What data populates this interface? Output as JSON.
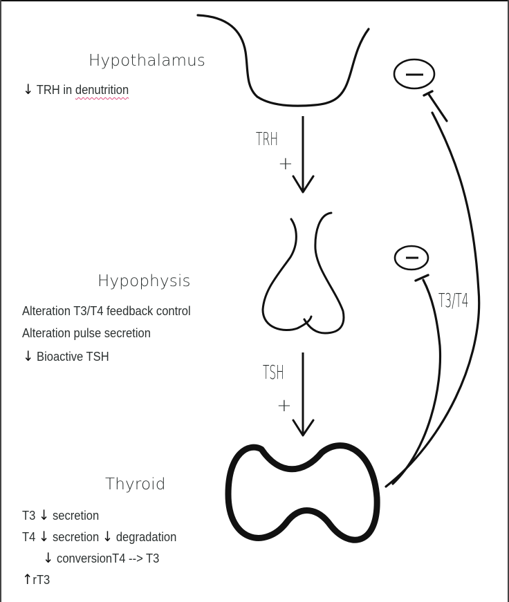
{
  "diagram": {
    "title": "Hypothalamic-pituitary-thyroid axis in denutrition",
    "organs": {
      "hypothalamus": {
        "label": "Hypothalamus",
        "notes": [
          {
            "arrow": "↓",
            "text": "TRH in ",
            "flagged": "denutrition"
          }
        ]
      },
      "hypophysis": {
        "label": "Hypophysis",
        "notes": [
          {
            "arrow": "",
            "text": "Alteration T3/T4 feedback control"
          },
          {
            "arrow": "",
            "text": "Alteration pulse secretion"
          },
          {
            "arrow": "↓",
            "text": "Bioactive TSH"
          }
        ]
      },
      "thyroid": {
        "label": "Thyroid",
        "notes": [
          {
            "prefix": "T3 ",
            "arrow": "↓",
            "text": "secretion"
          },
          {
            "prefix": "T4 ",
            "arrow": "↓",
            "text": "secretion ",
            "arrow2": "↓",
            "text2": "degradation"
          },
          {
            "prefix": "",
            "arrow": "↓",
            "text": "conversionT4 --> T3"
          },
          {
            "prefix": "",
            "arrow": "↑",
            "text": "rT3"
          }
        ]
      }
    },
    "stimulation_arrows": [
      {
        "hormone": "TRH",
        "sign": "+",
        "from": "Hypothalamus",
        "to": "Hypophysis"
      },
      {
        "hormone": "TSH",
        "sign": "+",
        "from": "Hypophysis",
        "to": "Thyroid"
      }
    ],
    "feedback": {
      "hormone_label": "T3/T4",
      "inhibitions": [
        {
          "target": "Hypothalamus",
          "symbol": "−"
        },
        {
          "target": "Hypophysis",
          "symbol": "−"
        }
      ]
    },
    "colors": {
      "ink": "#111111",
      "text": "#2b3030",
      "spellcheck_underline": "#e0457b",
      "background": "#ffffff"
    }
  }
}
